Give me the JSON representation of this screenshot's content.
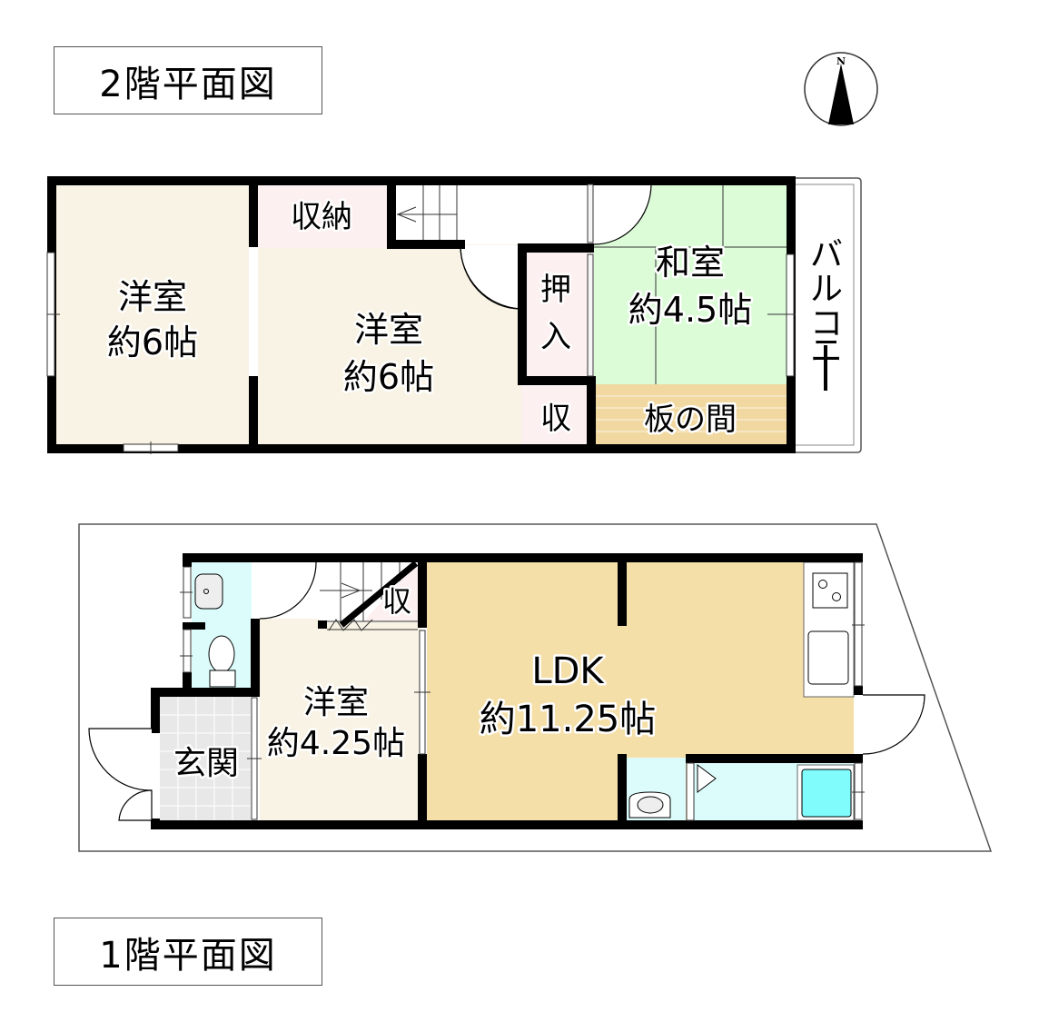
{
  "titles": {
    "floor2": "2階平面図",
    "floor1": "1階平面図"
  },
  "compass": {
    "label": "N",
    "icon": "north-arrow-icon"
  },
  "floor2": {
    "rooms": [
      {
        "id": "western-room-left",
        "name": "洋室",
        "size": "約6帖",
        "color": "#f8f3e4"
      },
      {
        "id": "western-room-center",
        "name": "洋室",
        "size": "約6帖",
        "color": "#f8f3e4"
      },
      {
        "id": "storage-top",
        "name": "収納",
        "color": "#fcf0f0"
      },
      {
        "id": "oshiire",
        "name_line1": "押",
        "name_line2": "入",
        "color": "#fcf0f0"
      },
      {
        "id": "storage-small",
        "name": "収",
        "color": "#fcf0f0"
      },
      {
        "id": "japanese-room",
        "name": "和室",
        "size": "約4.5帖",
        "color": "#dcfcd8"
      },
      {
        "id": "itanoma",
        "name": "板の間",
        "color": "#f0d8a0"
      },
      {
        "id": "balcony",
        "name_chars": [
          "バ",
          "ル",
          "コ",
          "ニ",
          "ー"
        ],
        "color": "#ffffff"
      }
    ]
  },
  "floor1": {
    "rooms": [
      {
        "id": "ldk",
        "name": "LDK",
        "size": "約11.25帖",
        "color": "#f5dfa8"
      },
      {
        "id": "western-room",
        "name": "洋室",
        "size": "約4.25帖",
        "color": "#f8f3e4"
      },
      {
        "id": "entrance",
        "name": "玄関",
        "color": "#e8e8e8"
      },
      {
        "id": "storage-under-stairs",
        "name": "収",
        "color": "#fcf0f0"
      },
      {
        "id": "toilet",
        "color": "#dcfcfc"
      },
      {
        "id": "washroom",
        "color": "#dcfcfc"
      },
      {
        "id": "bathroom",
        "color": "#dcfcfc"
      }
    ],
    "fixtures": {
      "bathtub_color": "#80fcfc"
    }
  },
  "colors": {
    "wall": "#000000",
    "outline": "#555555"
  }
}
